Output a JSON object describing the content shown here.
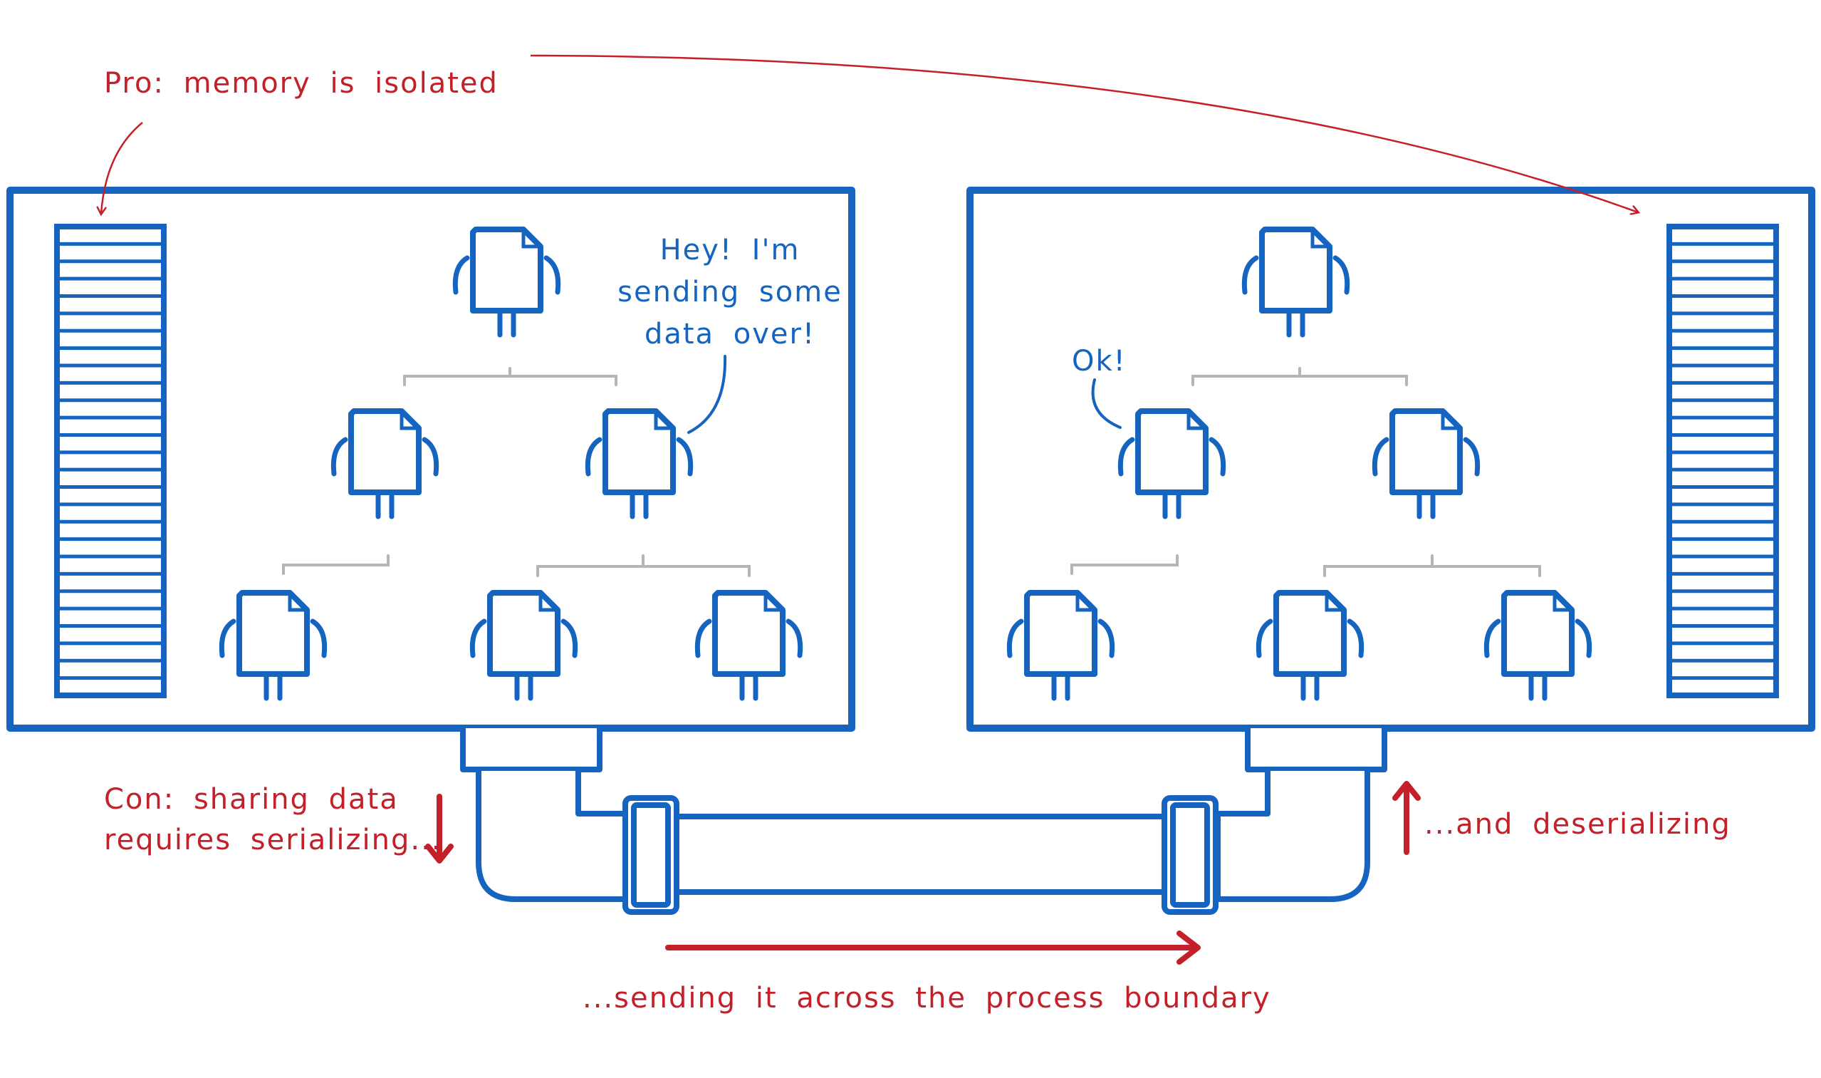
{
  "annotations": {
    "pro": "Pro: memory is isolated",
    "con_line1": "Con: sharing data",
    "con_line2": "requires serializing...",
    "sending": "...sending it across the process boundary",
    "deserializing": "...and deserializing"
  },
  "speech": {
    "left_line1": "Hey! I'm",
    "left_line2": "sending some",
    "left_line3": "data over!",
    "right": "Ok!"
  },
  "colors": {
    "blue": "#1565c0",
    "red": "#c4202a",
    "gray": "#b5b5b5",
    "background": "#ffffff"
  }
}
